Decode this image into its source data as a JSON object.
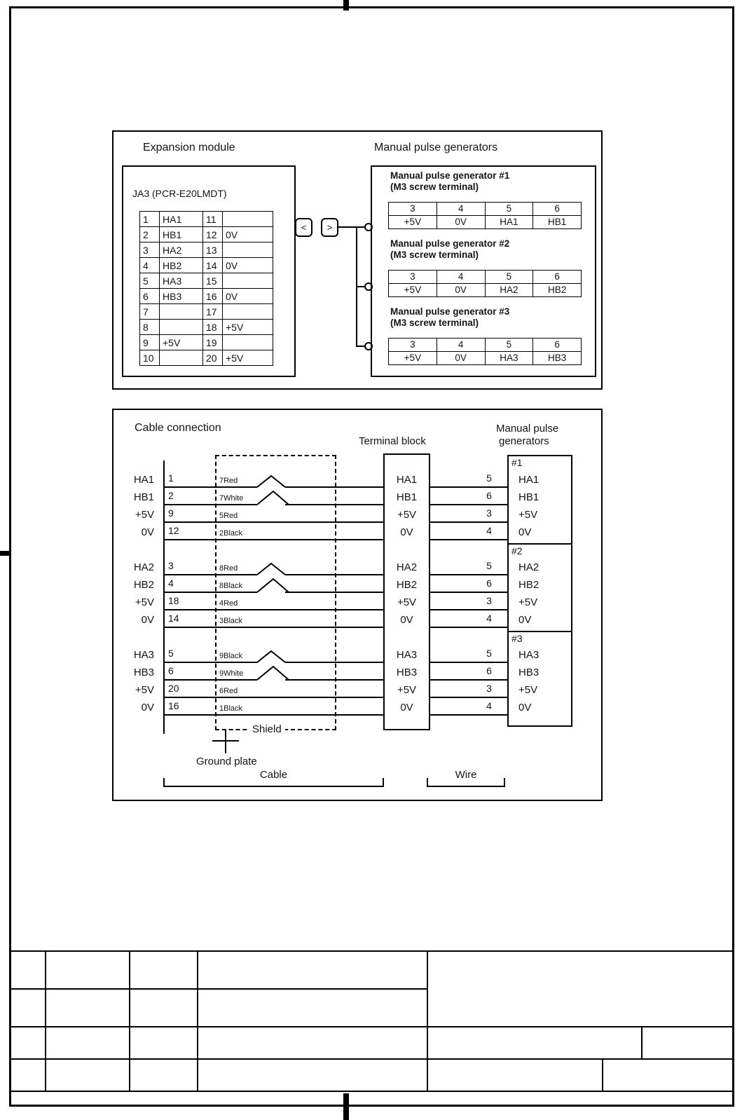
{
  "top_diagram": {
    "expansion_title": "Expansion module",
    "mpg_title": "Manual pulse generators",
    "ja3_label": "JA3 (PCR-E20LMDT)",
    "connectors": {
      "left": "<",
      "right": ">"
    },
    "pin_table": {
      "rows": [
        {
          "n1": "1",
          "v1": "HA1",
          "n2": "11",
          "v2": ""
        },
        {
          "n1": "2",
          "v1": "HB1",
          "n2": "12",
          "v2": "0V"
        },
        {
          "n1": "3",
          "v1": "HA2",
          "n2": "13",
          "v2": ""
        },
        {
          "n1": "4",
          "v1": "HB2",
          "n2": "14",
          "v2": "0V"
        },
        {
          "n1": "5",
          "v1": "HA3",
          "n2": "15",
          "v2": ""
        },
        {
          "n1": "6",
          "v1": "HB3",
          "n2": "16",
          "v2": "0V"
        },
        {
          "n1": "7",
          "v1": "",
          "n2": "17",
          "v2": ""
        },
        {
          "n1": "8",
          "v1": "",
          "n2": "18",
          "v2": "+5V"
        },
        {
          "n1": "9",
          "v1": "+5V",
          "n2": "19",
          "v2": ""
        },
        {
          "n1": "10",
          "v1": "",
          "n2": "20",
          "v2": "+5V"
        }
      ]
    },
    "generators": [
      {
        "title": "Manual pulse generator #1",
        "subtitle": "(M3 screw terminal)",
        "header": [
          "3",
          "4",
          "5",
          "6"
        ],
        "values": [
          "+5V",
          "0V",
          "HA1",
          "HB1"
        ]
      },
      {
        "title": "Manual pulse generator #2",
        "subtitle": "(M3 screw terminal)",
        "header": [
          "3",
          "4",
          "5",
          "6"
        ],
        "values": [
          "+5V",
          "0V",
          "HA2",
          "HB2"
        ]
      },
      {
        "title": "Manual pulse generator #3",
        "subtitle": "(M3 screw terminal)",
        "header": [
          "3",
          "4",
          "5",
          "6"
        ],
        "values": [
          "+5V",
          "0V",
          "HA3",
          "HB3"
        ]
      }
    ]
  },
  "cable_diagram": {
    "title": "Cable connection",
    "terminal_block_label": "Terminal block",
    "mpg_label_line1": "Manual pulse",
    "mpg_label_line2": "generators",
    "mpg_ids": [
      "#1",
      "#2",
      "#3"
    ],
    "rows": [
      {
        "signal": "HA1",
        "pin": "1",
        "wire": "7Red",
        "tb": "HA1",
        "tb_pin": "5",
        "mpg": "HA1"
      },
      {
        "signal": "HB1",
        "pin": "2",
        "wire": "7White",
        "tb": "HB1",
        "tb_pin": "6",
        "mpg": "HB1"
      },
      {
        "signal": "+5V",
        "pin": "9",
        "wire": "5Red",
        "tb": "+5V",
        "tb_pin": "3",
        "mpg": "+5V"
      },
      {
        "signal": "0V",
        "pin": "12",
        "wire": "2Black",
        "tb": "0V",
        "tb_pin": "4",
        "mpg": "0V"
      },
      {
        "signal": "HA2",
        "pin": "3",
        "wire": "8Red",
        "tb": "HA2",
        "tb_pin": "5",
        "mpg": "HA2"
      },
      {
        "signal": "HB2",
        "pin": "4",
        "wire": "8Black",
        "tb": "HB2",
        "tb_pin": "6",
        "mpg": "HB2"
      },
      {
        "signal": "+5V",
        "pin": "18",
        "wire": "4Red",
        "tb": "+5V",
        "tb_pin": "3",
        "mpg": "+5V"
      },
      {
        "signal": "0V",
        "pin": "14",
        "wire": "3Black",
        "tb": "0V",
        "tb_pin": "4",
        "mpg": "0V"
      },
      {
        "signal": "HA3",
        "pin": "5",
        "wire": "9Black",
        "tb": "HA3",
        "tb_pin": "5",
        "mpg": "HA3"
      },
      {
        "signal": "HB3",
        "pin": "6",
        "wire": "9White",
        "tb": "HB3",
        "tb_pin": "6",
        "mpg": "HB3"
      },
      {
        "signal": "+5V",
        "pin": "20",
        "wire": "6Red",
        "tb": "+5V",
        "tb_pin": "3",
        "mpg": "+5V"
      },
      {
        "signal": "0V",
        "pin": "16",
        "wire": "1Black",
        "tb": "0V",
        "tb_pin": "4",
        "mpg": "0V"
      }
    ],
    "shield_label": "Shield",
    "ground_label": "Ground plate",
    "cable_label": "Cable",
    "wire_label": "Wire"
  }
}
